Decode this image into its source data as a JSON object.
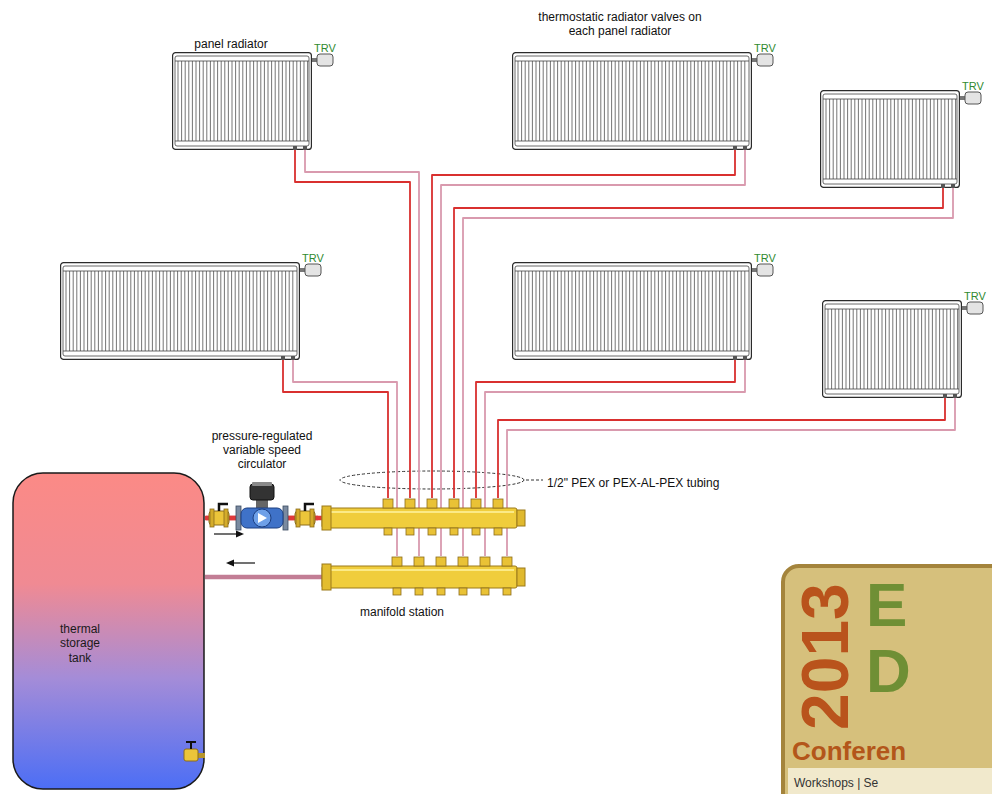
{
  "diagram": {
    "nodes": [
      {
        "text": [
          "panel radiator",
          "TRV"
        ]
      },
      {
        "text": [
          "thermostatic radiator valves on each panel radiator",
          "TRV"
        ]
      },
      {
        "text": [
          "TRV"
        ]
      },
      {
        "text": [
          "TRV"
        ]
      },
      {
        "text": [
          "TRV"
        ]
      },
      {
        "text": [
          "TRV"
        ]
      },
      {
        "text": [
          "pressure-regulated variable speed circulator"
        ]
      },
      {
        "text": [
          "manifold station"
        ]
      },
      {
        "text": [
          "thermal storage tank"
        ]
      }
    ],
    "edges": [
      {
        "from": 8,
        "to": 6,
        "arrow": "none"
      },
      {
        "from": 6,
        "to": 7,
        "arrow": "none"
      },
      {
        "from": 7,
        "to": 8,
        "arrow": "none"
      },
      {
        "from": 7,
        "to": 0,
        "arrow": "none"
      },
      {
        "from": 0,
        "to": 7,
        "arrow": "none"
      },
      {
        "from": 7,
        "to": 1,
        "arrow": "none"
      },
      {
        "from": 1,
        "to": 7,
        "arrow": "none"
      },
      {
        "from": 7,
        "to": 2,
        "arrow": "none"
      },
      {
        "from": 2,
        "to": 7,
        "arrow": "none"
      },
      {
        "from": 7,
        "to": 3,
        "arrow": "none"
      },
      {
        "from": 3,
        "to": 7,
        "arrow": "none"
      },
      {
        "from": 7,
        "to": 4,
        "arrow": "none"
      },
      {
        "from": 4,
        "to": 7,
        "arrow": "none"
      },
      {
        "from": 7,
        "to": 5,
        "arrow": "none"
      },
      {
        "from": 5,
        "to": 7,
        "arrow": "none"
      }
    ],
    "labels": [
      "1/2\" PEX or PEX-AL-PEX tubing",
      "2013",
      "E",
      "D",
      "Conferen",
      "Workshops | Se"
    ]
  }
}
